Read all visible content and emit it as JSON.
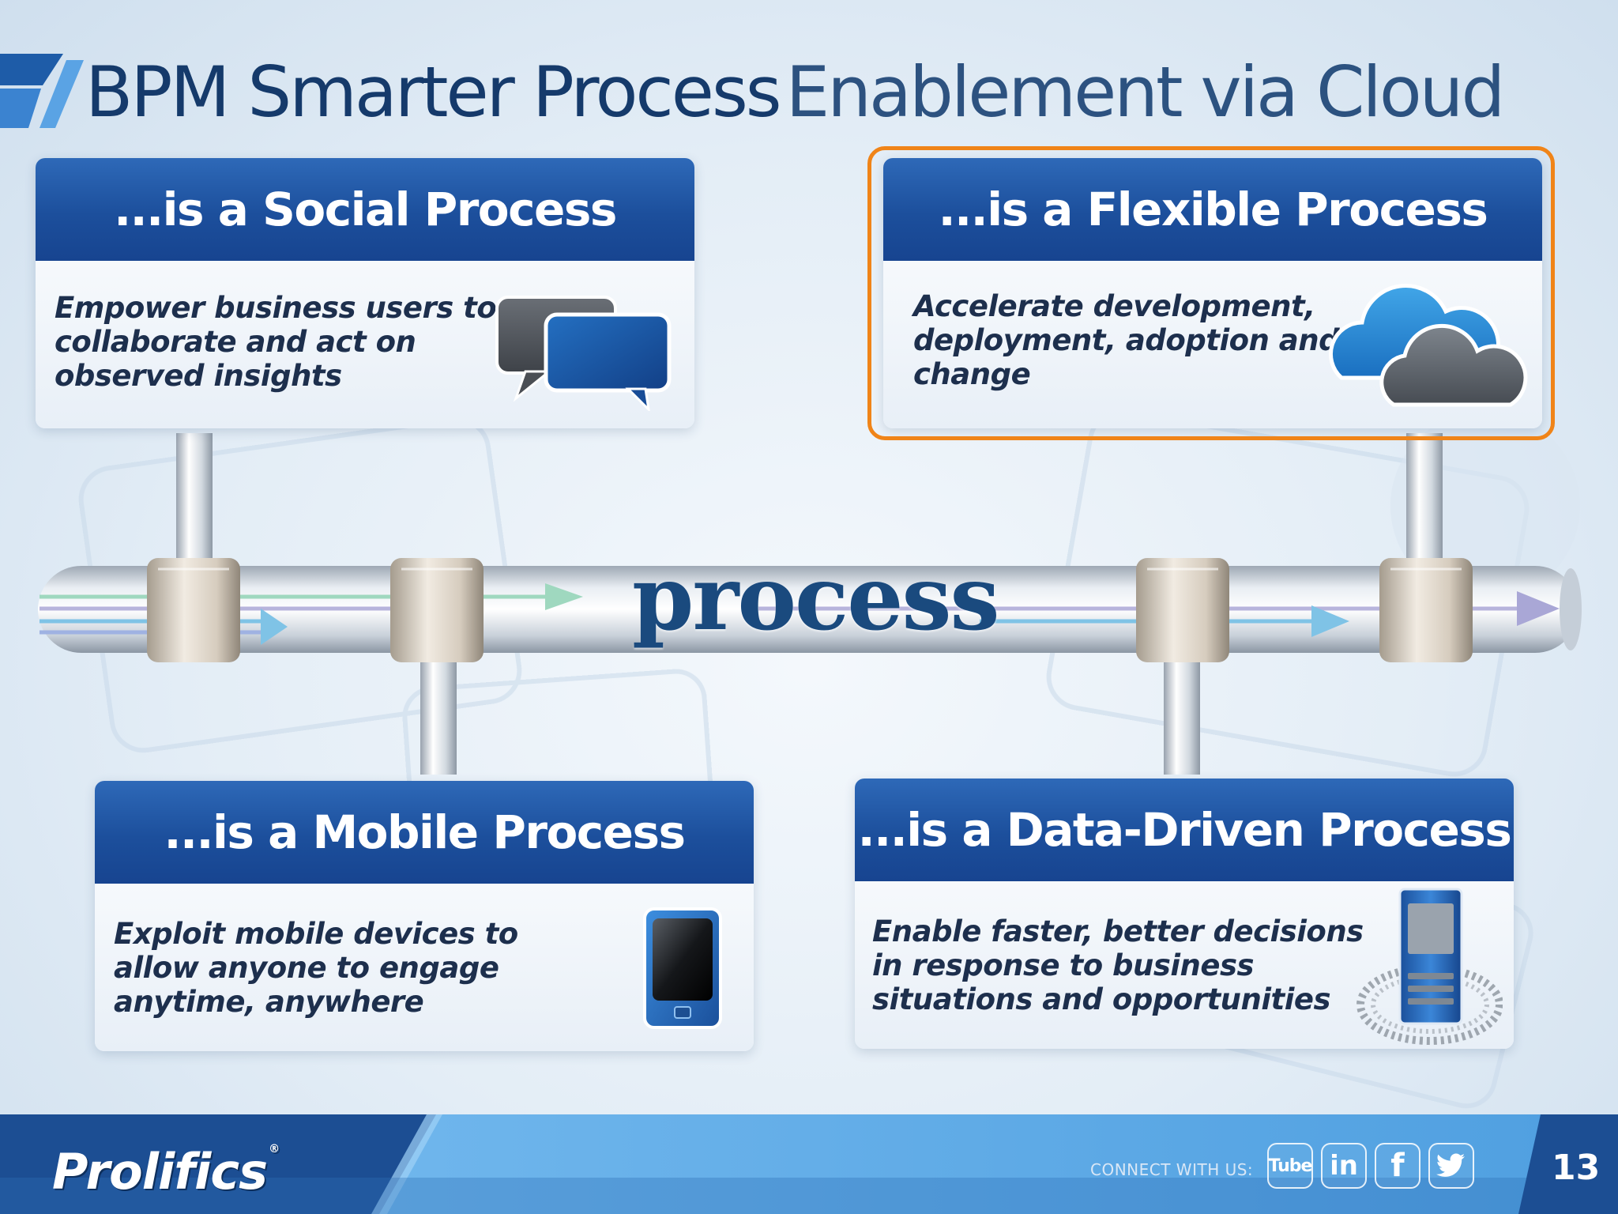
{
  "slide": {
    "title_bold": "BPM Smarter Process",
    "title_light": "Enablement via Cloud",
    "page_number": "13"
  },
  "cards": {
    "social": {
      "heading": "...is a Social Process",
      "text": "Empower business users to collaborate and act on observed insights",
      "icon": "speech-bubbles-icon"
    },
    "flexible": {
      "heading": "...is a Flexible Process",
      "text": "Accelerate development, deployment, adoption and change",
      "icon": "cloud-icon",
      "highlighted": true
    },
    "mobile": {
      "heading": "...is a Mobile Process",
      "text": "Exploit mobile devices to allow anyone to engage anytime, anywhere",
      "icon": "mobile-device-icon"
    },
    "data": {
      "heading": "...is a Data-Driven Process",
      "text": "Enable faster, better decisions in response to business situations and opportunities",
      "icon": "server-data-icon"
    }
  },
  "process_label": "process",
  "footer": {
    "brand": "Prolifics",
    "brand_mark": "®",
    "connect_label": "CONNECT WITH US:",
    "social_links": {
      "youtube": "Tube",
      "linkedin": "in",
      "facebook": "f",
      "twitter": "twitter-bird-icon"
    }
  },
  "colors": {
    "title": "#153a6b",
    "header_blue": "#1c4f9c",
    "highlight_orange": "#f08418",
    "footer_dark": "#1a4c8f",
    "footer_light": "#5aa9e6"
  }
}
